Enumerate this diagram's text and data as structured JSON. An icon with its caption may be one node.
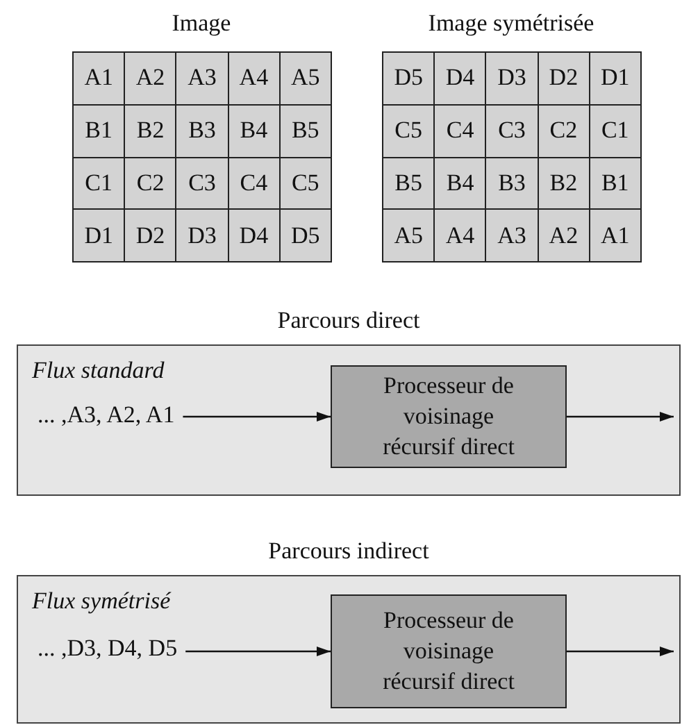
{
  "diagram": {
    "nodes": [
      {
        "text": [
          "Parcours direct",
          "Flux standard"
        ]
      },
      {
        "text": [
          "... ,A3, A2, A1"
        ],
        "in": 0
      },
      {
        "text": [
          "Processeur de voisinage récursif direct"
        ],
        "in": 0
      },
      {
        "text": [
          "Parcours indirect",
          "Flux symétrisé"
        ]
      },
      {
        "text": [
          "... ,D3, D4, D5"
        ],
        "in": 3
      },
      {
        "text": [
          "Processeur de voisinage récursif direct"
        ],
        "in": 3
      }
    ],
    "edges": [
      {
        "from": 1,
        "to": 2,
        "arrow": "to"
      },
      {
        "from": 2,
        "to": null,
        "arrow": "to"
      },
      {
        "from": 4,
        "to": 5,
        "arrow": "to"
      },
      {
        "from": 5,
        "to": null,
        "arrow": "to"
      }
    ],
    "labels": [
      "Image",
      "A1",
      "A2",
      "A3",
      "A4",
      "A5",
      "B1",
      "B2",
      "B3",
      "B4",
      "B5",
      "C1",
      "C2",
      "C3",
      "C4",
      "C5",
      "D1",
      "D2",
      "D3",
      "D4",
      "D5",
      "Image symétrisée",
      "D5",
      "D4",
      "D3",
      "D2",
      "D1",
      "C5",
      "C4",
      "C3",
      "C2",
      "C1",
      "B5",
      "B4",
      "B3",
      "B2",
      "B1",
      "A5",
      "A4",
      "A3",
      "A2",
      "A1"
    ]
  }
}
